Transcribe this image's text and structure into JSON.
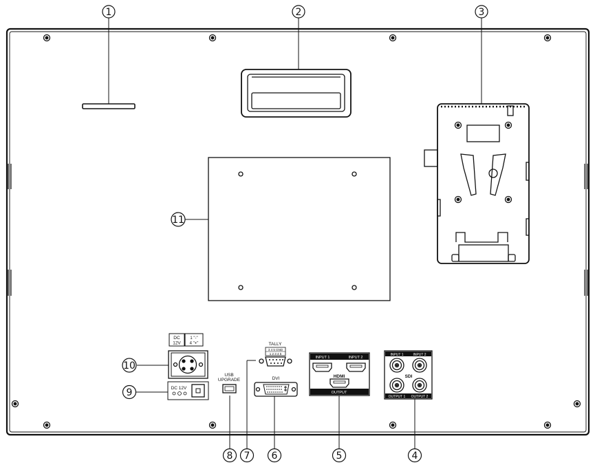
{
  "callouts": {
    "c1": "1",
    "c2": "2",
    "c3": "3",
    "c4": "4",
    "c5": "5",
    "c6": "6",
    "c7": "7",
    "c8": "8",
    "c9": "9",
    "c10": "10",
    "c11": "11"
  },
  "labels": {
    "dc_title": "DC",
    "dc_voltage": "12V",
    "pin_top": "1 \"-\"",
    "pin_bottom": "4 \"+\"",
    "dc_jack": "DC 12V",
    "usb_line1": "USB",
    "usb_line2": "UPGRADE",
    "tally_title": "TALLY",
    "tally_row1": "3 4 5 GND",
    "tally_row2": "1 2 3 4 5",
    "dvi": "DVI",
    "hdmi_input1": "INPUT 1",
    "hdmi_input2": "INPUT 2",
    "hdmi": "HDMI",
    "hdmi_output": "OUTPUT",
    "sdi_input1": "INPUT 1",
    "sdi_input2": "INPUT 2",
    "sdi": "SDI",
    "sdi_output1": "OUTPUT 1",
    "sdi_output2": "OUTPUT 2"
  }
}
